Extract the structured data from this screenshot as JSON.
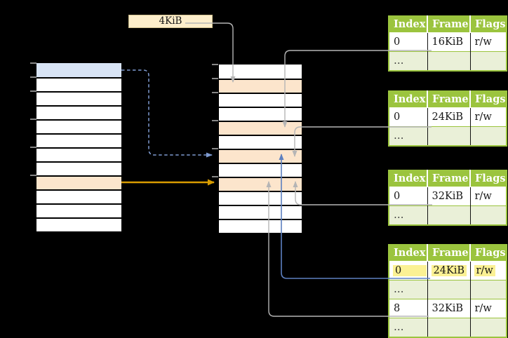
{
  "page_size_label": {
    "text": "4KiB"
  },
  "virtual_memory": {
    "row_count": 12,
    "blue_row": 0,
    "orange_row": 8,
    "tick_rows": [
      0,
      1,
      2,
      4,
      6,
      8
    ]
  },
  "physical_memory": {
    "row_count": 12,
    "orange_rows": [
      1,
      4,
      6,
      8
    ],
    "tick_rows": [
      0,
      1,
      2,
      4,
      6,
      8
    ]
  },
  "page_tables": [
    {
      "id": "page-table-1",
      "columns": [
        "Index",
        "Frame",
        "Flags"
      ],
      "rows": [
        {
          "type": "entry",
          "index": "0",
          "frame": "16KiB",
          "flags": "r/w",
          "highlight": false
        },
        {
          "type": "ellipsis",
          "label": "…"
        }
      ]
    },
    {
      "id": "page-table-2",
      "columns": [
        "Index",
        "Frame",
        "Flags"
      ],
      "rows": [
        {
          "type": "entry",
          "index": "0",
          "frame": "24KiB",
          "flags": "r/w",
          "highlight": false
        },
        {
          "type": "ellipsis",
          "label": "…"
        }
      ]
    },
    {
      "id": "page-table-3",
      "columns": [
        "Index",
        "Frame",
        "Flags"
      ],
      "rows": [
        {
          "type": "entry",
          "index": "0",
          "frame": "32KiB",
          "flags": "r/w",
          "highlight": false
        },
        {
          "type": "ellipsis",
          "label": "…"
        }
      ]
    },
    {
      "id": "page-table-4",
      "columns": [
        "Index",
        "Frame",
        "Flags"
      ],
      "rows": [
        {
          "type": "entry",
          "index": "0",
          "frame": "24KiB",
          "flags": "r/w",
          "highlight": true
        },
        {
          "type": "ellipsis",
          "label": "…"
        },
        {
          "type": "entry",
          "index": "8",
          "frame": "32KiB",
          "flags": "r/w",
          "highlight": false
        },
        {
          "type": "ellipsis",
          "label": "…"
        }
      ]
    }
  ],
  "colors": {
    "background": "#000000",
    "table_header_green": "#9bc43e",
    "table_row_light_green": "#eaf0d8",
    "memory_row_white": "#ffffff",
    "virtual_blue_row": "#d8e4f5",
    "mapped_orange_row": "#fce5cc",
    "label_fill": "#fdeecb",
    "label_border": "#d0c08e",
    "yellow_highlight": "#fbf194",
    "arrow_gray": "#b5b5b5",
    "arrow_gold": "#d89c00",
    "arrow_blue": "#5d80c0",
    "arrow_blue_dashed": "#7f9bd1"
  }
}
